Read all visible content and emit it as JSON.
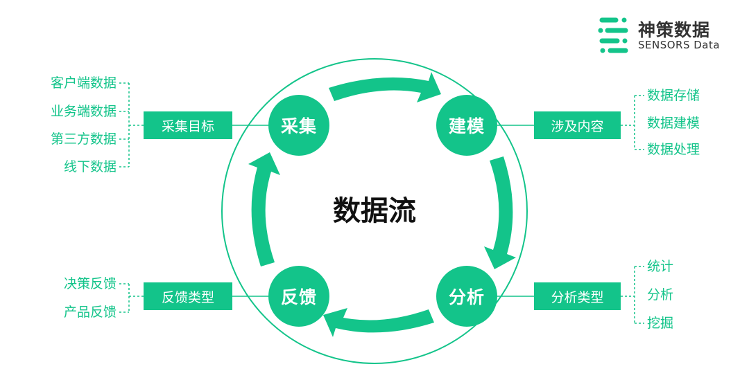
{
  "logo": {
    "name": "神策数据",
    "subtitle": "SENSORS Data",
    "icon": "sensors-logo-icon"
  },
  "center_title": "数据流",
  "nodes": {
    "collect": {
      "label": "采集"
    },
    "model": {
      "label": "建模"
    },
    "analyze": {
      "label": "分析"
    },
    "feedback": {
      "label": "反馈"
    }
  },
  "tags": {
    "collect_target": "采集目标",
    "involved_content": "涉及内容",
    "analysis_type": "分析类型",
    "feedback_type": "反馈类型"
  },
  "lists": {
    "collect_items": [
      "客户端数据",
      "业务端数据",
      "第三方数据",
      "线下数据"
    ],
    "model_items": [
      "数据存储",
      "数据建模",
      "数据处理"
    ],
    "analyze_items": [
      "统计",
      "分析",
      "挖掘"
    ],
    "feedback_items": [
      "决策反馈",
      "产品反馈"
    ]
  },
  "colors": {
    "accent": "#13c48a",
    "text": "#111111",
    "logo_text": "#333333"
  }
}
